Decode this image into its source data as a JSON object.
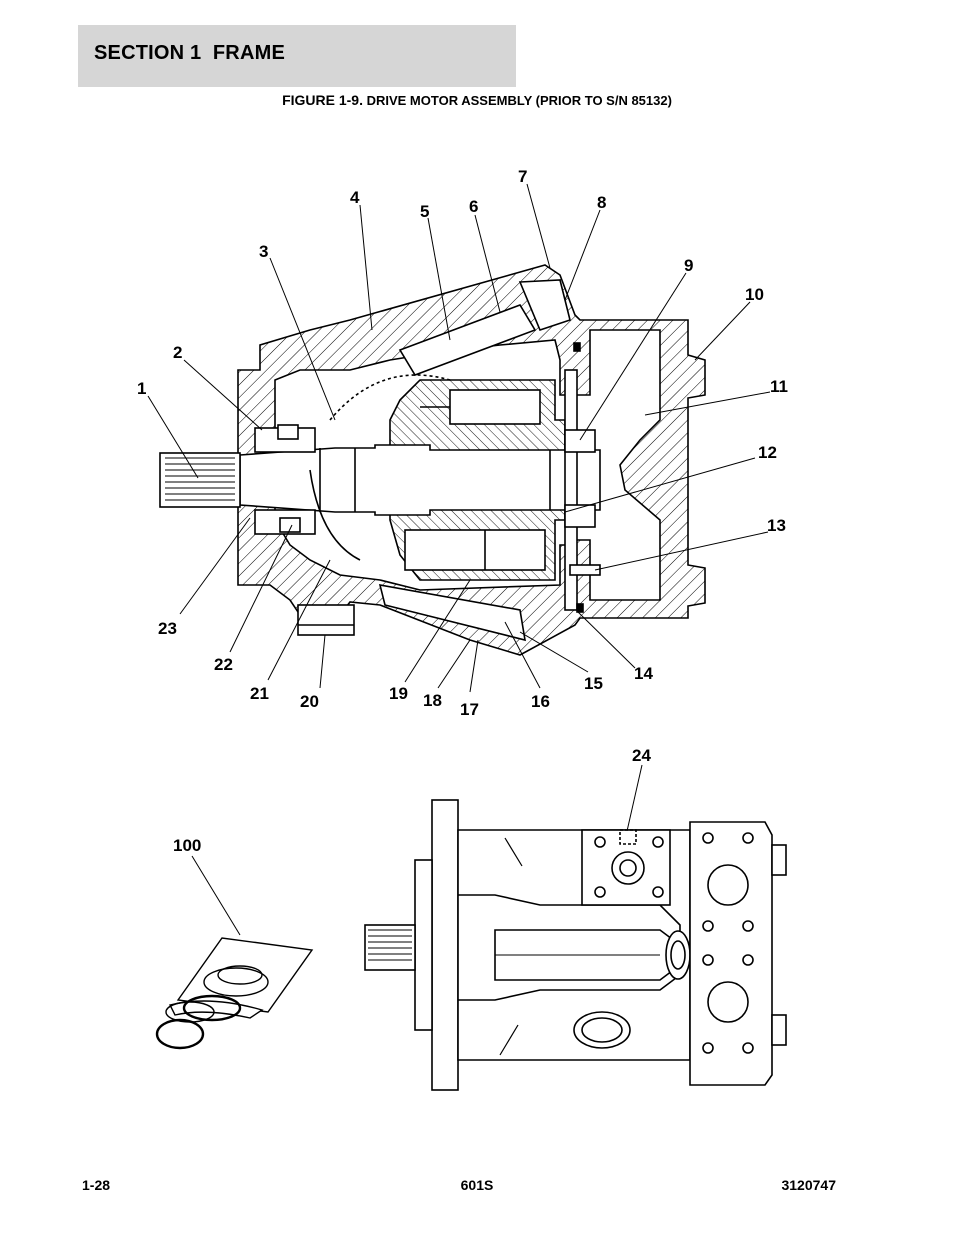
{
  "header": {
    "section_title": "SECTION 1  FRAME"
  },
  "figure": {
    "caption_number": "FIGURE 1-9.",
    "caption_text": "DRIVE MOTOR ASSEMBLY (PRIOR TO S/N 85132)"
  },
  "callouts": {
    "c1": "1",
    "c2": "2",
    "c3": "3",
    "c4": "4",
    "c5": "5",
    "c6": "6",
    "c7": "7",
    "c8": "8",
    "c9": "9",
    "c10": "10",
    "c11": "11",
    "c12": "12",
    "c13": "13",
    "c14": "14",
    "c15": "15",
    "c16": "16",
    "c17": "17",
    "c18": "18",
    "c19": "19",
    "c20": "20",
    "c21": "21",
    "c22": "22",
    "c23": "23",
    "c24": "24",
    "c100": "100"
  },
  "footer": {
    "page_number": "1-28",
    "model": "601S",
    "manual_number": "3120747"
  }
}
